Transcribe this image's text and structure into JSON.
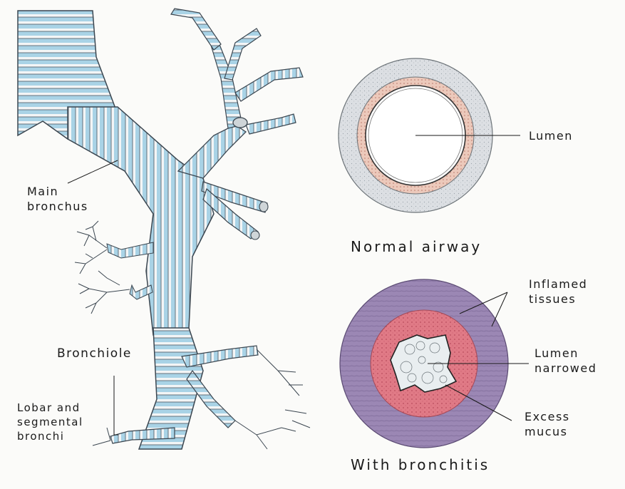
{
  "labels": {
    "main_bronchus": [
      "Main",
      "bronchus"
    ],
    "bronchiole": "Bronchiole",
    "lobar_segmental": [
      "Lobar and",
      "segmental",
      "bronchi"
    ],
    "lumen": "Lumen",
    "inflamed_tissues": [
      "Inflamed",
      "tissues"
    ],
    "lumen_narrowed": [
      "Lumen",
      "narrowed"
    ],
    "excess_mucus": [
      "Excess",
      "mucus"
    ]
  },
  "captions": {
    "normal": "Normal airway",
    "bronchitis": "With bronchitis"
  },
  "colors": {
    "airway_blue": "#a9d3e6",
    "airway_outline": "#3b4650",
    "normal_wall": "#dcdfe3",
    "normal_lining": "#e9c4b6",
    "inflamed_outer": "#9b87b4",
    "inflamed_inner": "#e07a86",
    "mucus": "#e9eef0"
  }
}
